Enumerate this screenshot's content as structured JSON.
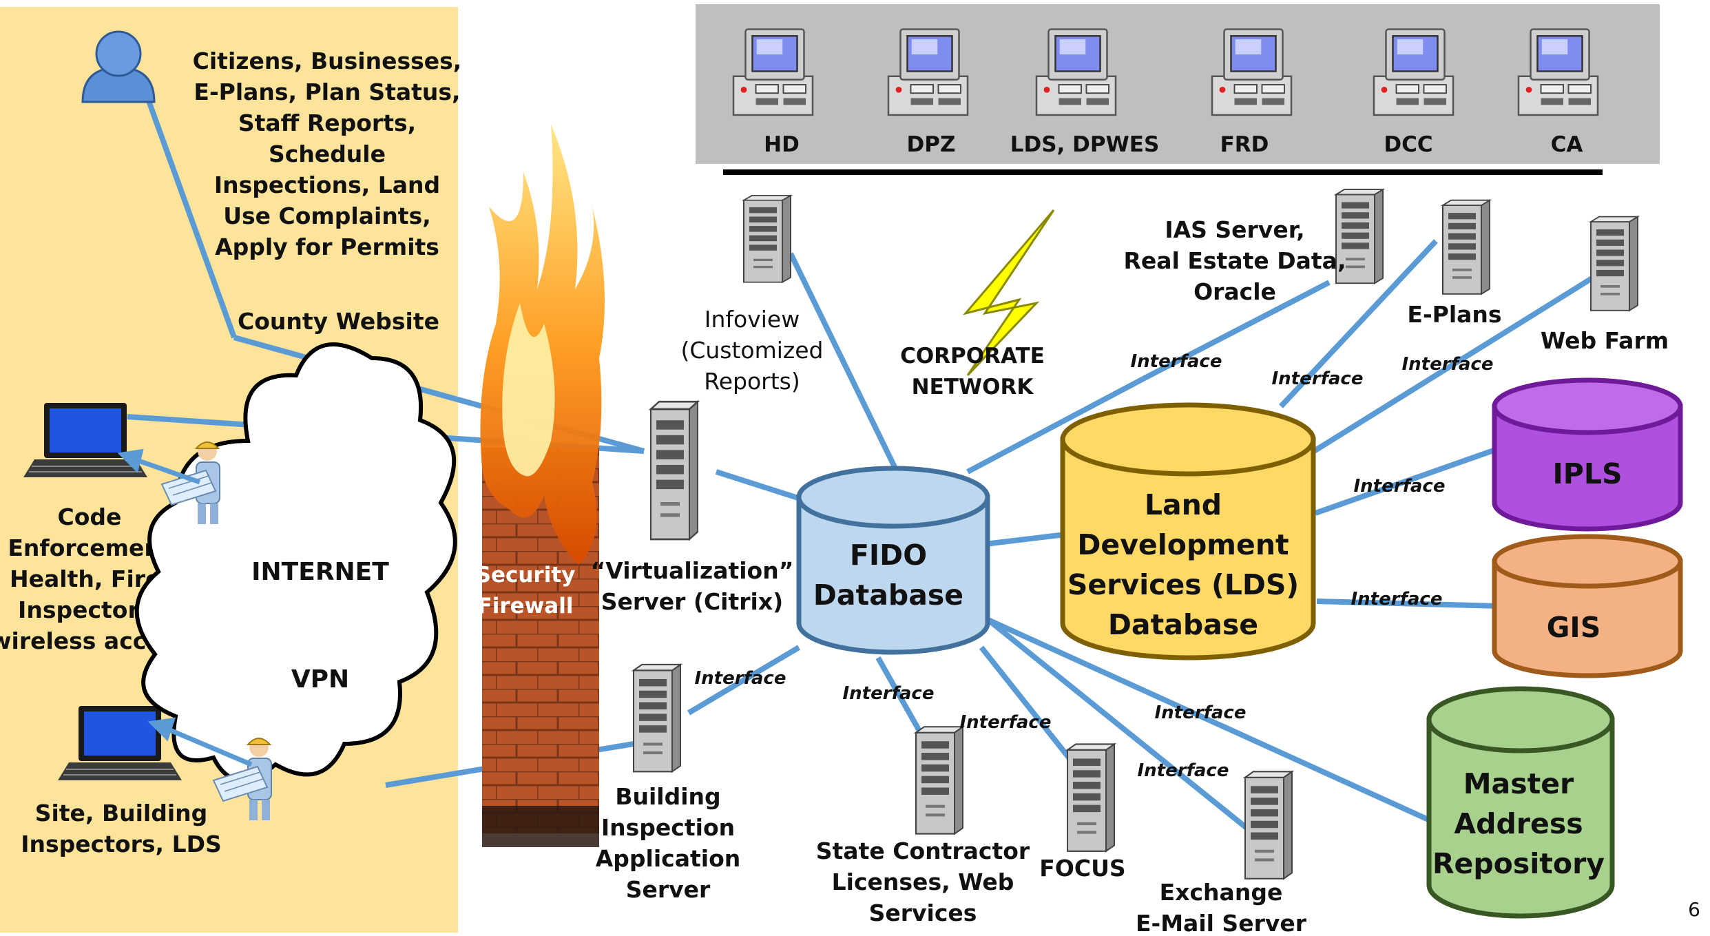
{
  "left_panel": {
    "user_caption": [
      "Citizens, Businesses,",
      "E-Plans, Plan Status,",
      "Staff Reports,",
      "Schedule",
      "Inspections, Land",
      "Use Complaints,",
      "Apply for Permits"
    ],
    "county_website": "County Website",
    "code_enforcement": [
      "Code",
      "Enforcement",
      "Health, Fire,",
      "Inspectors,",
      "wireless access"
    ],
    "site_building": [
      "Site, Building",
      "Inspectors, LDS"
    ]
  },
  "cloud": {
    "internet": "INTERNET",
    "vpn": "VPN"
  },
  "firewall": [
    "Security",
    "Firewall"
  ],
  "workstations": [
    "HD",
    "DPZ",
    "LDS, DPWES",
    "FRD",
    "DCC",
    "CA"
  ],
  "servers": {
    "infoview": [
      "Infoview",
      "(Customized",
      "Reports)"
    ],
    "virtualization": [
      "“Virtualization”",
      "Server (Citrix)"
    ],
    "building_inspection": [
      "Building",
      "Inspection",
      "Application",
      "Server"
    ],
    "ias": [
      "IAS Server,",
      "Real Estate Data,",
      "Oracle"
    ],
    "eplans": "E-Plans",
    "webfarm": "Web Farm",
    "state_contractor": [
      "State Contractor",
      "Licenses, Web",
      "Services"
    ],
    "focus": "FOCUS",
    "exchange": [
      "Exchange",
      "E-Mail Server"
    ]
  },
  "corporate_network": [
    "CORPORATE",
    "NETWORK"
  ],
  "databases": {
    "fido": [
      "FIDO",
      "Database"
    ],
    "lds": [
      "Land",
      "Development",
      "Services (LDS)",
      "Database"
    ],
    "ipls": "IPLS",
    "gis": "GIS",
    "mar": [
      "Master",
      "Address",
      "Repository"
    ]
  },
  "interface_label": "Interface",
  "page_number": "6",
  "colors": {
    "left_panel_bg": "#fde49a",
    "line": "#5b9bd5",
    "fido": "#bdd7ee",
    "lds": "#ffd966",
    "ipls": "#b050e0",
    "gis": "#f4b183",
    "mar": "#a9d18e",
    "top_bar": "#bfbfbf"
  }
}
